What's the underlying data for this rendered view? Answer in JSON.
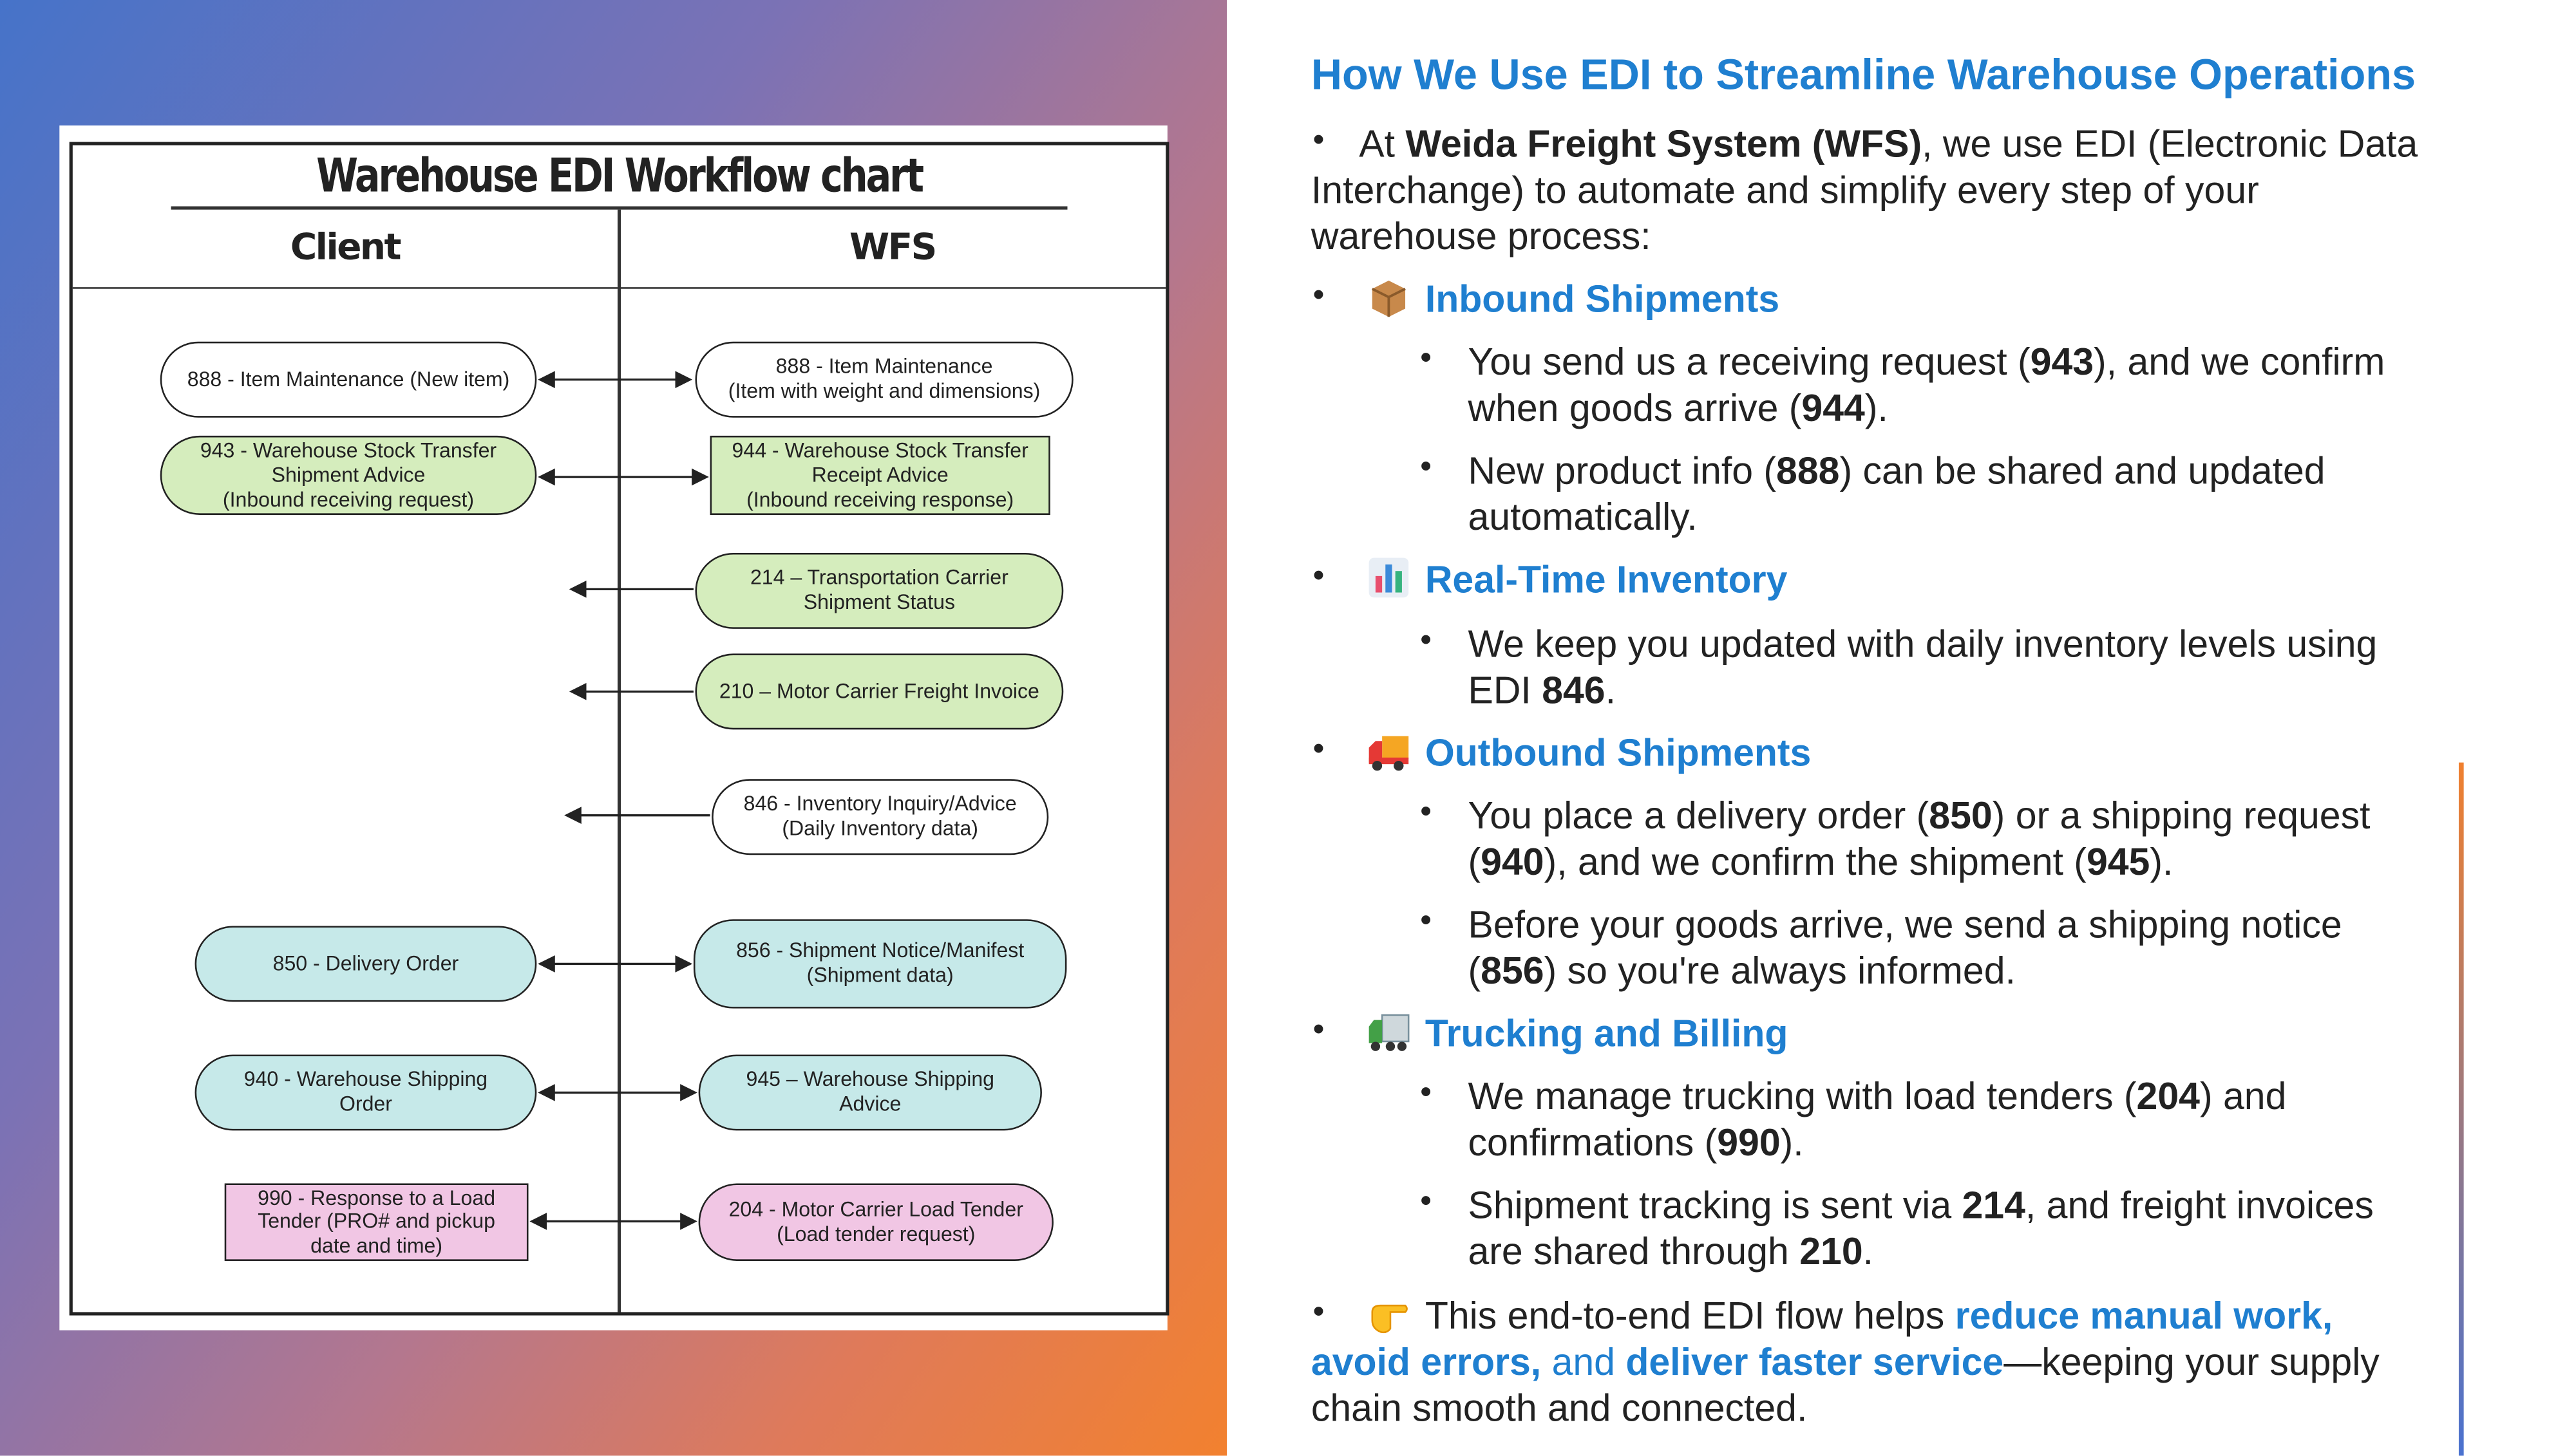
{
  "chart": {
    "title": "Warehouse EDI Workflow chart",
    "col_client": "Client",
    "col_wfs": "WFS",
    "boxes": {
      "c888": [
        "888 - Item Maintenance (New item)"
      ],
      "w888": [
        "888 - Item Maintenance",
        "(Item with weight and dimensions)"
      ],
      "c943": [
        "943 - Warehouse Stock Transfer",
        "Shipment Advice",
        "(Inbound receiving request)"
      ],
      "w944": [
        "944 - Warehouse Stock Transfer",
        "Receipt Advice",
        "(Inbound receiving response)"
      ],
      "w214": [
        "214 – Transportation Carrier",
        "Shipment Status"
      ],
      "w210": [
        "210 – Motor Carrier Freight Invoice"
      ],
      "w846": [
        "846 - Inventory Inquiry/Advice",
        "(Daily Inventory data)"
      ],
      "c850": [
        "850 - Delivery Order"
      ],
      "w856": [
        "856 - Shipment Notice/Manifest",
        "(Shipment data)"
      ],
      "c940": [
        "940 - Warehouse Shipping",
        "Order"
      ],
      "w945": [
        "945 – Warehouse Shipping",
        "Advice"
      ],
      "c990": [
        "990 - Response to a Load",
        "Tender (PRO# and pickup",
        "date and time)"
      ],
      "w204": [
        "204 - Motor Carrier Load Tender",
        "(Load tender request)"
      ]
    },
    "colors": {
      "green": "#d5edbd",
      "teal": "#c6e9e9",
      "pink": "#f1c6e4"
    }
  },
  "text": {
    "heading": "How We Use EDI to Streamline Warehouse Operations",
    "intro": {
      "a": "At ",
      "b": "Weida Freight System (WFS)",
      "c": ", we use EDI (Electronic Data",
      "d": "Interchange) to automate and simplify every step of your",
      "e": "warehouse process:"
    },
    "inbound": {
      "title": "Inbound Shipments",
      "s1": {
        "a": "You send us a receiving request (",
        "b": "943",
        "c": "), and we confirm",
        "d": "when goods arrive (",
        "e": "944",
        "f": ")."
      },
      "s2": {
        "a": "New product info (",
        "b": "888",
        "c": ") can be shared and updated",
        "d": "automatically."
      }
    },
    "inventory": {
      "title": "Real-Time Inventory",
      "s1": {
        "a": "We keep you updated with daily inventory levels using",
        "b": "EDI ",
        "c": "846",
        "d": "."
      }
    },
    "outbound": {
      "title": "Outbound Shipments",
      "s1": {
        "a": "You place a delivery order (",
        "b": "850",
        "c": ") or a shipping request",
        "d": "(",
        "e": "940",
        "f": "), and we confirm the shipment (",
        "g": "945",
        "h": ")."
      },
      "s2": {
        "a": "Before your goods arrive, we send a shipping notice",
        "b": "(",
        "c": "856",
        "d": ") so you're always informed."
      }
    },
    "trucking": {
      "title": "Trucking and Billing",
      "s1": {
        "a": "We manage trucking with load tenders (",
        "b": "204",
        "c": ") and",
        "d": "confirmations (",
        "e": "990",
        "f": ")."
      },
      "s2": {
        "a": "Shipment tracking is sent via ",
        "b": "214",
        "c": ", and freight invoices",
        "d": "are shared through ",
        "e": "210",
        "f": "."
      }
    },
    "closing": {
      "a": "This end-to-end EDI flow helps ",
      "b": "reduce manual work,",
      "c": "avoid errors,",
      "d": " and ",
      "e": "deliver faster service",
      "f": "—keeping your supply",
      "g": "chain smooth and connected."
    },
    "bullet": "•"
  },
  "icons": [
    "package-icon",
    "bar-chart-icon",
    "delivery-truck-icon",
    "lorry-icon",
    "pointing-hand-icon"
  ]
}
